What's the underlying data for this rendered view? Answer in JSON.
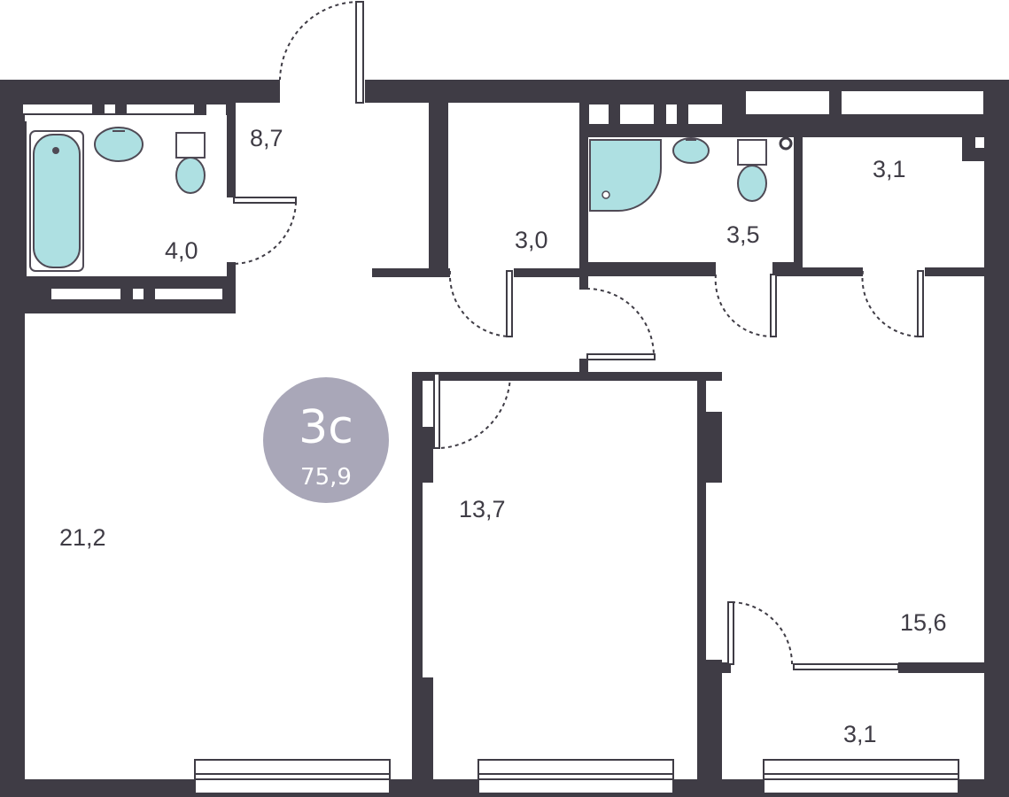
{
  "colors": {
    "wall": "#3f3c45",
    "fixture_fill": "#aee0e2",
    "fixture_stroke": "#4f4a55",
    "badge": "#a9a7b8",
    "background": "#ffffff"
  },
  "badge": {
    "type": "3с",
    "area": "75,9"
  },
  "rooms": {
    "hall": "8,7",
    "bathroom": "4,0",
    "storage": "3,0",
    "shower_room": "3,5",
    "closet": "3,1",
    "living": "21,2",
    "bedroom": "13,7",
    "bedroom_2": "15,6",
    "balcony": "3,1"
  },
  "icons": [
    "bathtub-icon",
    "sink-icon",
    "toilet-icon",
    "shower-icon",
    "riser-icon"
  ]
}
